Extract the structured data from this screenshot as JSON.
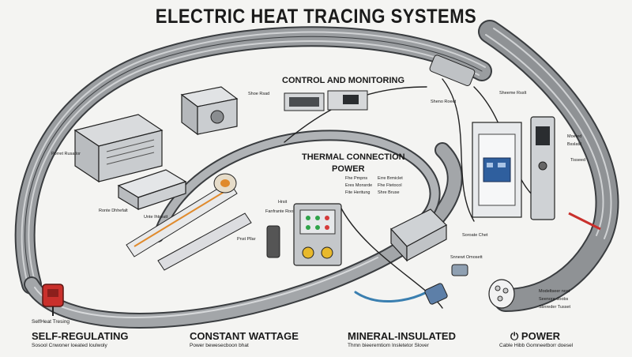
{
  "title": "ELECTRIC HEAT TRACING SYSTEMS",
  "headings": {
    "control": "CONTROL AND MONITORING",
    "thermal": "THERMAL CONNECTION",
    "power": "POWER"
  },
  "callouts": {
    "top_small_1": "Shoe Rsad",
    "top_right_1": "Sheno Roeet",
    "top_right_2": "Sheeme Rsslt",
    "left_1": "Porret Rusatlor",
    "left_2": "Ronte Dhhefalt",
    "left_3": "Unte Ihtreatt",
    "mid_1": "Pnst Pllar",
    "mid_2": "Hrsit",
    "mid_3": "Fanfrante Rool",
    "mid_4": "Fhe Pmpns",
    "mid_5": "Eres Monsrde",
    "mid_6": "Fite Heritung",
    "mid_7": "Erre Brmiclet",
    "mid_8": "Fhe Ftetocol",
    "mid_9": "Shre Bruse",
    "right_1": "Moeted",
    "right_2": "Bsslatd",
    "right_3": "Tisseed",
    "right_4": "Soroate Chet",
    "right_5": "Snnewt Omosett",
    "right_6": "Modeltseer nost",
    "right_7": "Seenore doobs",
    "right_8": "Ssnreder Tusset",
    "self_reg_note": "SelfHeat Tresing"
  },
  "bottom": {
    "self_regulating": {
      "title": "SELF-REGULATING",
      "subtitle": "Sosool Cnwoner loeated loulwoly"
    },
    "constant_wattage": {
      "title": "CONSTANT WATTAGE",
      "subtitle": "Power bewesecboon bhat"
    },
    "mineral_insulated": {
      "title": "MINERAL-INSULATED",
      "subtitle": "Thmn bieeremtiom Insletetor Slover"
    },
    "power": {
      "icon": "power-icon",
      "glyph": "⏻",
      "title": "POWER",
      "subtitle": "Cable Hibb Gomneetborr doesel"
    }
  },
  "colors": {
    "cable": "#8a8d90",
    "cable_dark": "#3a3d40",
    "plug_red": "#c9302c",
    "panel_blue": "#2f5f9e",
    "accent_orange": "#e08a2c",
    "green_led": "#2fa34a",
    "red_led": "#d53b3b"
  }
}
